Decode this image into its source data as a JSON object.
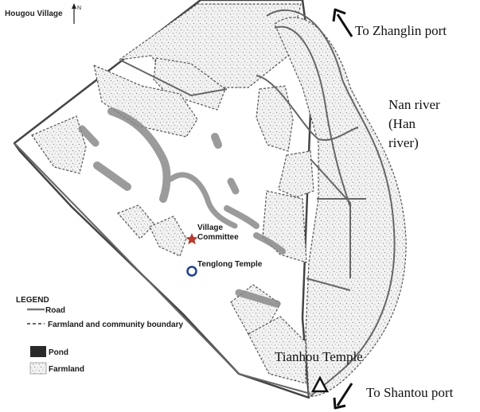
{
  "map": {
    "title": "Hougou Village",
    "north_symbol": "N",
    "places": {
      "village_committee": "Village\nCommittee",
      "tenglong_temple": "Tenglong Temple",
      "tianhou_temple": "Tianhou Temple"
    },
    "directions": {
      "zhanglin": "To Zhanglin port",
      "shantou": "To Shantou port"
    },
    "river": [
      "Nan river",
      "(Han",
      "river)"
    ],
    "legend": {
      "title": "LEGEND",
      "items": [
        {
          "symbol": "road-line",
          "label": "Road"
        },
        {
          "symbol": "dashed-boundary",
          "label": "Farmland and community boundary"
        },
        {
          "symbol": "pond-swatch",
          "label": "Pond"
        },
        {
          "symbol": "farmland-swatch",
          "label": "Farmland"
        }
      ]
    },
    "colors": {
      "committee_star": "#b83a2e",
      "tenglong_circle": "#1f3f8f",
      "pond": "#555555",
      "farmland": "#e8e8e8",
      "road": "#777777"
    },
    "icons": [
      "north-arrow-icon",
      "star-icon",
      "circle-icon",
      "triangle-icon",
      "arrow-up-left-icon",
      "arrow-down-left-icon"
    ]
  }
}
